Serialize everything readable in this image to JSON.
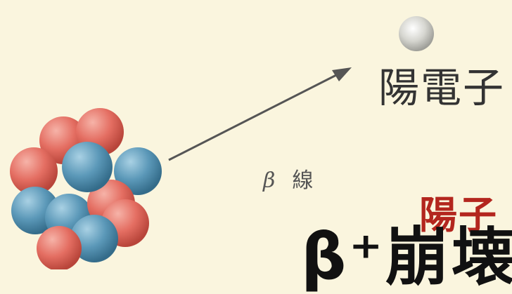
{
  "labels": {
    "positron": "陽電子",
    "beta_symbol": "β",
    "beta_ray": "線",
    "heading_partial": "陽子",
    "heading_partial_2": "β⁺崩壊"
  },
  "colors": {
    "background": "#faf5de",
    "proton": "#e46e62",
    "neutron": "#5b98b8",
    "positron": "#d6d6d0",
    "arrow": "#555555",
    "heading_accent": "#b3261e",
    "heading_dark": "#111111"
  }
}
